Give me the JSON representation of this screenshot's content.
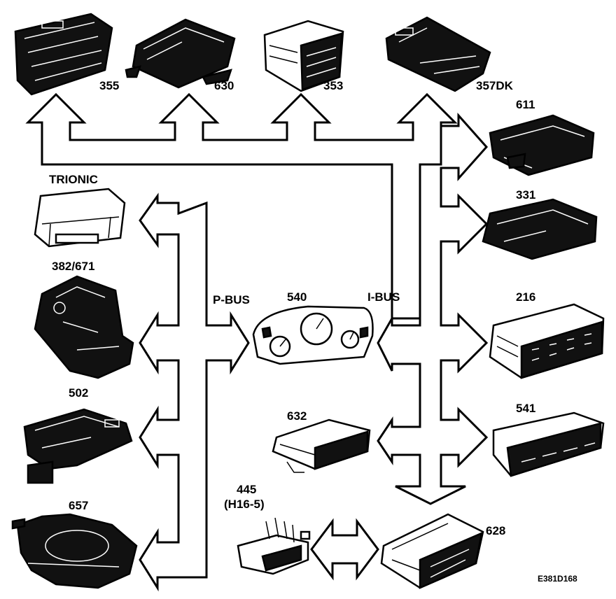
{
  "diagram": {
    "buses": {
      "p_bus": "P-BUS",
      "i_bus": "I-BUS"
    },
    "modules": {
      "m355": "355",
      "m630": "630",
      "m353": "353",
      "m357dk": "357DK",
      "m611": "611",
      "m331": "331",
      "m216": "216",
      "m541": "541",
      "m628": "628",
      "m632": "632",
      "m540": "540",
      "trionic": "TRIONIC",
      "m382": "382/671",
      "m502": "502",
      "m657": "657",
      "m445": "445",
      "m445_sub": "(H16-5)"
    },
    "figure_code": "E381D168"
  }
}
